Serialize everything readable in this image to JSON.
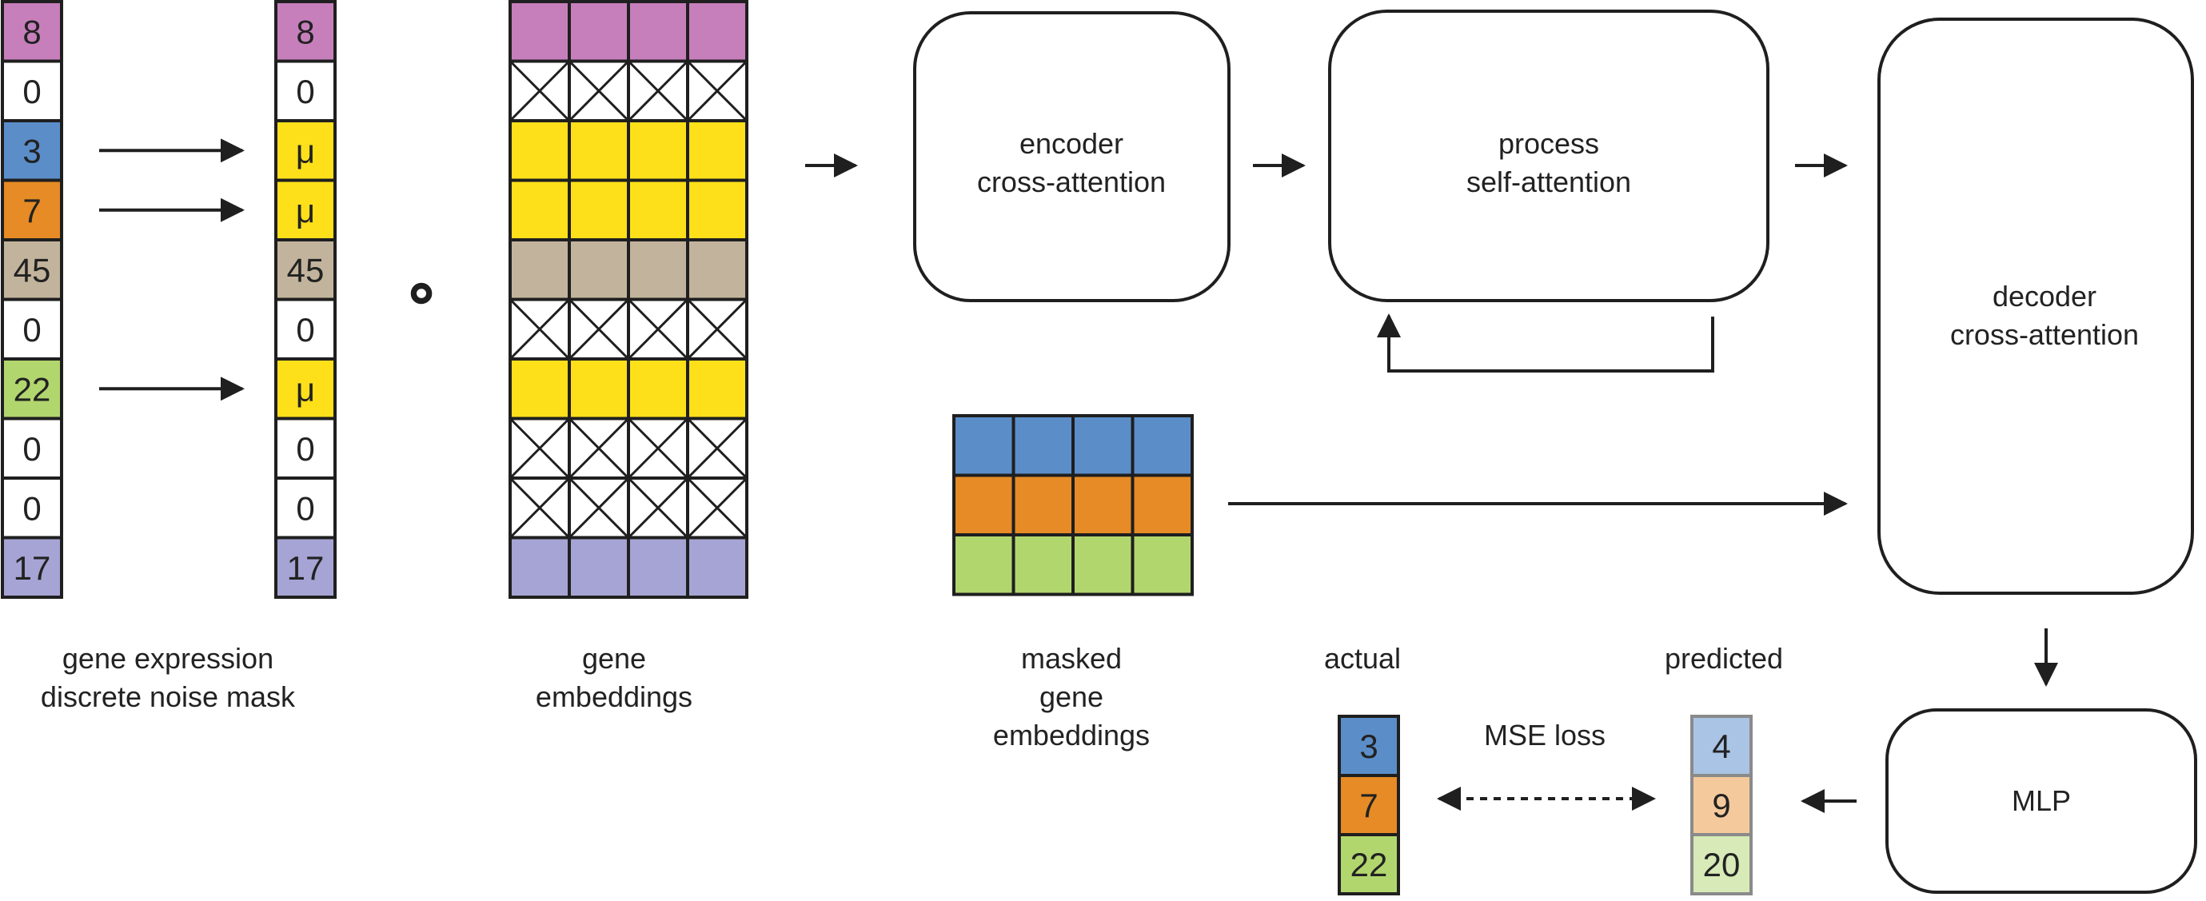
{
  "colors": {
    "pink": "#c77fbc",
    "blue": "#5b8ec9",
    "orange": "#e68b25",
    "tan": "#c2b49c",
    "green": "#b2d66e",
    "lavender": "#a6a4d4",
    "yellow": "#fde01a",
    "light_blue": "#a9c4e4",
    "light_orange": "#f4c99c",
    "light_green": "#d7eab7",
    "white": "#ffffff",
    "stroke": "#1f1f1f",
    "grey_stroke": "#8a8a8a"
  },
  "gene_expression": [
    {
      "value": "8",
      "color": "pink"
    },
    {
      "value": "0",
      "color": "white"
    },
    {
      "value": "3",
      "color": "blue"
    },
    {
      "value": "7",
      "color": "orange"
    },
    {
      "value": "45",
      "color": "tan"
    },
    {
      "value": "0",
      "color": "white"
    },
    {
      "value": "22",
      "color": "green"
    },
    {
      "value": "0",
      "color": "white"
    },
    {
      "value": "0",
      "color": "white"
    },
    {
      "value": "17",
      "color": "lavender"
    }
  ],
  "noise_mask": [
    {
      "value": "8",
      "color": "pink"
    },
    {
      "value": "0",
      "color": "white"
    },
    {
      "value": "μ",
      "color": "yellow"
    },
    {
      "value": "μ",
      "color": "yellow"
    },
    {
      "value": "45",
      "color": "tan"
    },
    {
      "value": "0",
      "color": "white"
    },
    {
      "value": "μ",
      "color": "yellow"
    },
    {
      "value": "0",
      "color": "white"
    },
    {
      "value": "0",
      "color": "white"
    },
    {
      "value": "17",
      "color": "lavender"
    }
  ],
  "masked_rows": [
    2,
    3,
    6
  ],
  "operator_symbol": "∘",
  "embedding_rows": [
    {
      "color": "pink",
      "crossed": false
    },
    {
      "color": "white",
      "crossed": true
    },
    {
      "color": "yellow",
      "crossed": false
    },
    {
      "color": "yellow",
      "crossed": false
    },
    {
      "color": "tan",
      "crossed": false
    },
    {
      "color": "white",
      "crossed": true
    },
    {
      "color": "yellow",
      "crossed": false
    },
    {
      "color": "white",
      "crossed": true
    },
    {
      "color": "white",
      "crossed": true
    },
    {
      "color": "lavender",
      "crossed": false
    }
  ],
  "masked_embedding_rows": [
    "blue",
    "orange",
    "green"
  ],
  "embedding_columns": 4,
  "blocks": {
    "encoder": [
      "encoder",
      "cross-attention"
    ],
    "process": [
      "process",
      "self-attention"
    ],
    "decoder": [
      "decoder",
      "cross-attention"
    ],
    "mlp": [
      "MLP"
    ]
  },
  "actual": [
    {
      "value": "3",
      "color": "blue"
    },
    {
      "value": "7",
      "color": "orange"
    },
    {
      "value": "22",
      "color": "green"
    }
  ],
  "predicted": [
    {
      "value": "4",
      "color": "light_blue"
    },
    {
      "value": "9",
      "color": "light_orange"
    },
    {
      "value": "20",
      "color": "light_green"
    }
  ],
  "captions": {
    "gene_expression_1": "gene expression",
    "gene_expression_2": "discrete noise mask",
    "gene_embeddings_1": "gene",
    "gene_embeddings_2": "embeddings",
    "masked_1": "masked",
    "masked_2": "gene",
    "masked_3": "embeddings",
    "actual": "actual",
    "predicted": "predicted",
    "mse_loss": "MSE loss"
  }
}
